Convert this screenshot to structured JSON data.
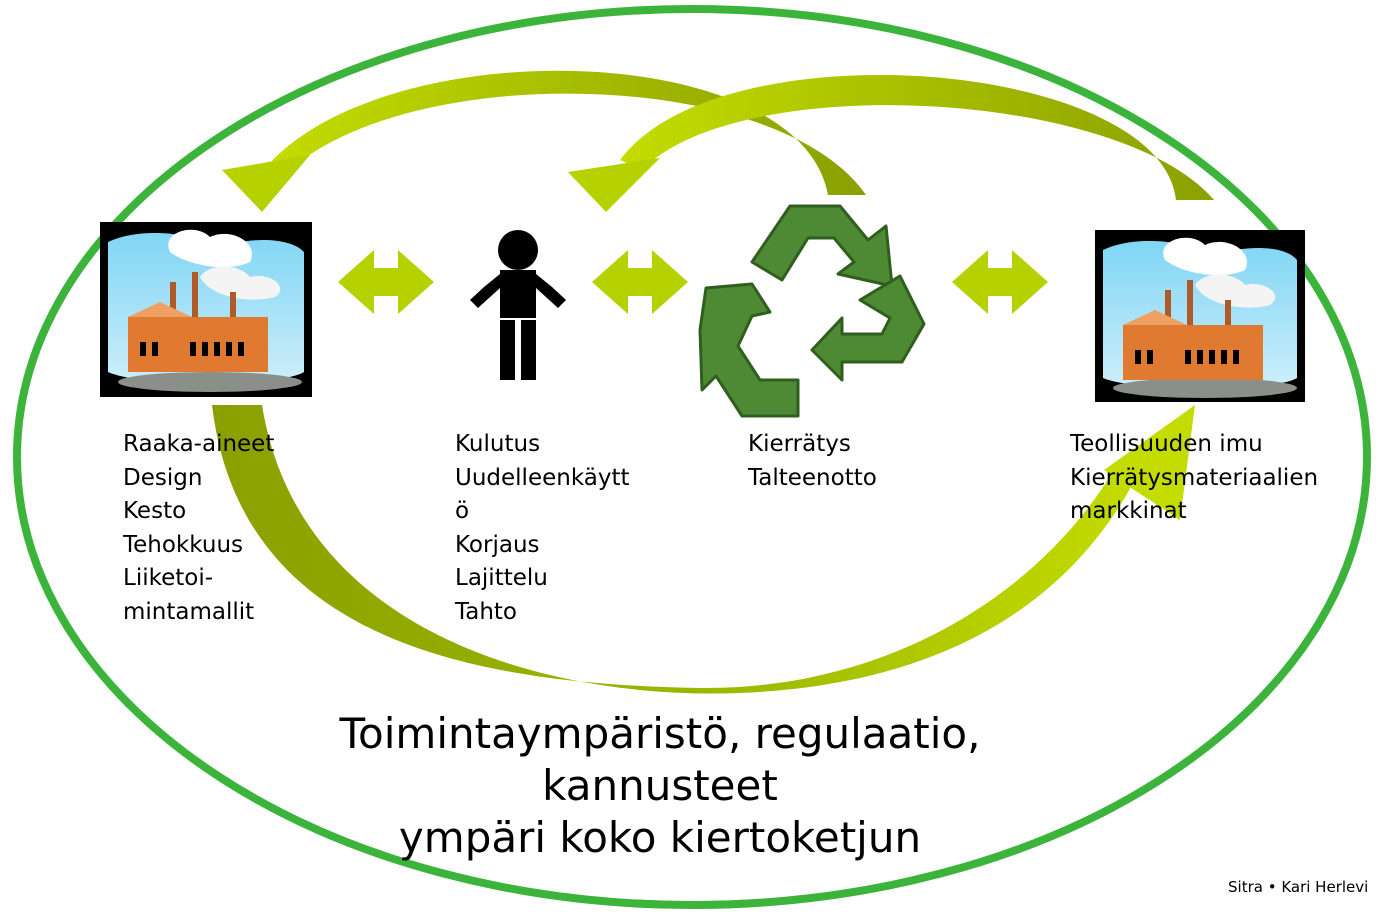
{
  "nodes": [
    {
      "id": "raw-materials",
      "icon": "factory-icon",
      "lines": [
        "Raaka-aineet",
        "Design",
        "Kesto",
        "Tehokkuus",
        "Liiketoi-",
        "mintamallit"
      ]
    },
    {
      "id": "consumption",
      "icon": "person-icon",
      "lines": [
        "Kulutus",
        "Uudelleenkäytt",
        "ö",
        "Korjaus",
        "Lajittelu",
        "Tahto"
      ]
    },
    {
      "id": "recycling",
      "icon": "recycle-icon",
      "lines": [
        "Kierrätys",
        "Talteenotto"
      ]
    },
    {
      "id": "industry",
      "icon": "factory-icon",
      "lines": [
        "Teollisuuden imu",
        "Kierrätysmateriaalien",
        "markkinat"
      ]
    }
  ],
  "caption": {
    "lines": [
      "Toimintaympäristö, regulaatio,",
      "kannusteet",
      "ympäri koko kiertoketjun"
    ]
  },
  "footer": {
    "text": "Sitra  •  Kari Herlevi"
  },
  "colors": {
    "ellipse": "#3cb43c",
    "arrow_light": "#b5d200",
    "arrow_dark": "#8aa000",
    "recycle": "#4e8a34",
    "recycle_dark": "#2f5e1e",
    "figure": "#000000"
  }
}
